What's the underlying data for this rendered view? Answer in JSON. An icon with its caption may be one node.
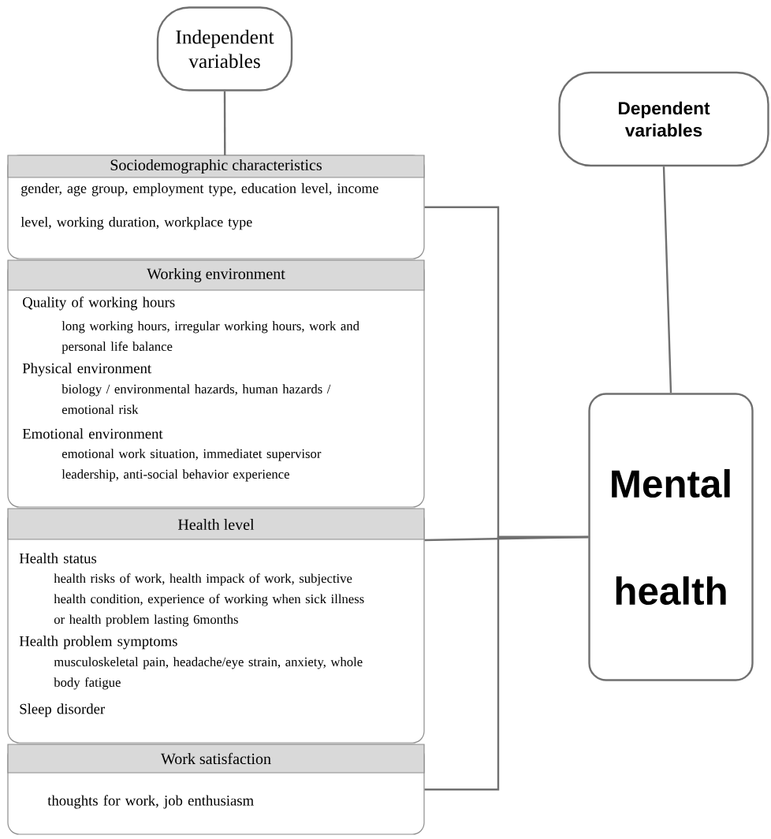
{
  "diagram": {
    "nodes": [
      {
        "text": [
          "Independent variables"
        ]
      },
      {
        "text": [
          "Sociodemographic characteristics",
          "gender, age group, employment type, education level, income level, working duration, workplace type"
        ]
      },
      {
        "text": [
          "Working environment",
          "Quality of working hours",
          "long working hours, irregular working hours, work and personal life balance",
          "Physical environment",
          "biology / environmental hazards, human hazards / emotional risk",
          "Emotional environment",
          "emotional work situation, immediatet supervisor leadership, anti-social behavior experience"
        ]
      },
      {
        "text": [
          "Health level",
          "Health status",
          "health risks of work, health impack of work, subjective health condition, experience of working when sick illness or health problem lasting 6months",
          "Health problem symptoms",
          "musculoskeletal pain, headache/eye strain, anxiety, whole body fatigue",
          "Sleep disorder"
        ]
      },
      {
        "text": [
          "Work satisfaction",
          "thoughts for work, job enthusiasm"
        ]
      },
      {
        "text": [
          "Dependent variables"
        ]
      },
      {
        "text": [
          "Mental health"
        ]
      }
    ],
    "edges": [
      {
        "from": 0,
        "to": 1,
        "arrow": "none"
      },
      {
        "from": 5,
        "to": 6,
        "arrow": "none"
      },
      {
        "from": 1,
        "to": 6,
        "arrow": "none"
      },
      {
        "from": 3,
        "to": 6,
        "arrow": "none"
      },
      {
        "from": 4,
        "to": 6,
        "arrow": "none"
      }
    ]
  }
}
